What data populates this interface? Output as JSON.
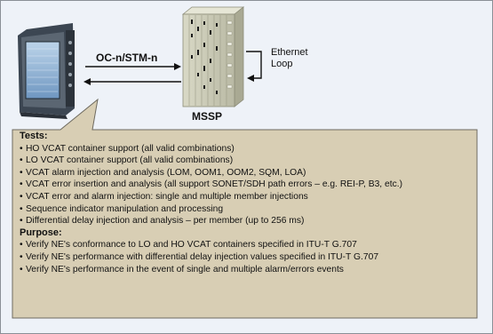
{
  "diagram": {
    "link_label": "OC-n/STM-n",
    "loop_label_line1": "Ethernet",
    "loop_label_line2": "Loop",
    "device_label": "MSSP"
  },
  "callout": {
    "tests_heading": "Tests:",
    "tests": [
      "HO VCAT container support (all valid combinations)",
      "LO VCAT container support (all valid combinations)",
      "VCAT alarm injection and analysis (LOM, OOM1, OOM2, SQM, LOA)",
      "VCAT error insertion and analysis (all support SONET/SDH path errors – e.g. REI-P, B3, etc.)",
      "VCAT error and alarm injection: single and multiple member injections",
      "Sequence indicator manipulation and processing",
      "Differential delay injection and analysis – per member (up to 256 ms)"
    ],
    "purpose_heading": "Purpose:",
    "purposes": [
      "Verify NE's conformance to LO and HO VCAT containers specified in ITU-T G.707",
      "Verify NE's performance with differential delay injection values specified in ITU-T G.707",
      "Verify NE's performance in the event of single and multiple alarm/errors events"
    ]
  }
}
